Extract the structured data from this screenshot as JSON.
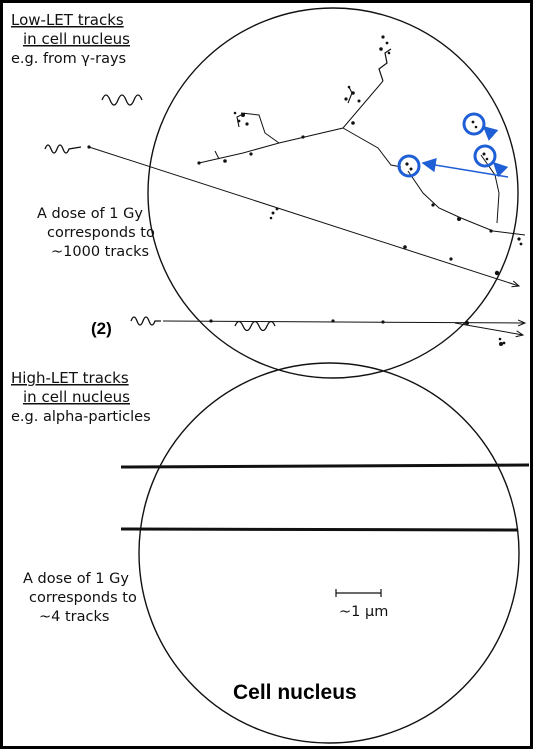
{
  "low_let": {
    "title_line1": "Low-LET tracks",
    "title_line2": "in cell nucleus",
    "example": "e.g. from γ-rays",
    "dose_line1": "A dose of 1 Gy",
    "dose_line2": "corresponds to",
    "dose_line3": "~1000 tracks",
    "marker": "(2)"
  },
  "high_let": {
    "title_line1": "High-LET tracks",
    "title_line2": "in cell nucleus",
    "example": "e.g. alpha-particles",
    "dose_line1": "A dose of 1 Gy",
    "dose_line2": "corresponds to",
    "dose_line3": "~4 tracks",
    "scale_label": "~1 μm"
  },
  "caption": "Cell nucleus",
  "colors": {
    "ink": "#111111",
    "highlight": "#1f5fd6",
    "frame": "#000000"
  },
  "icons": [
    "gamma-wave-icon",
    "circle-highlight-icon",
    "arrow-icon"
  ]
}
